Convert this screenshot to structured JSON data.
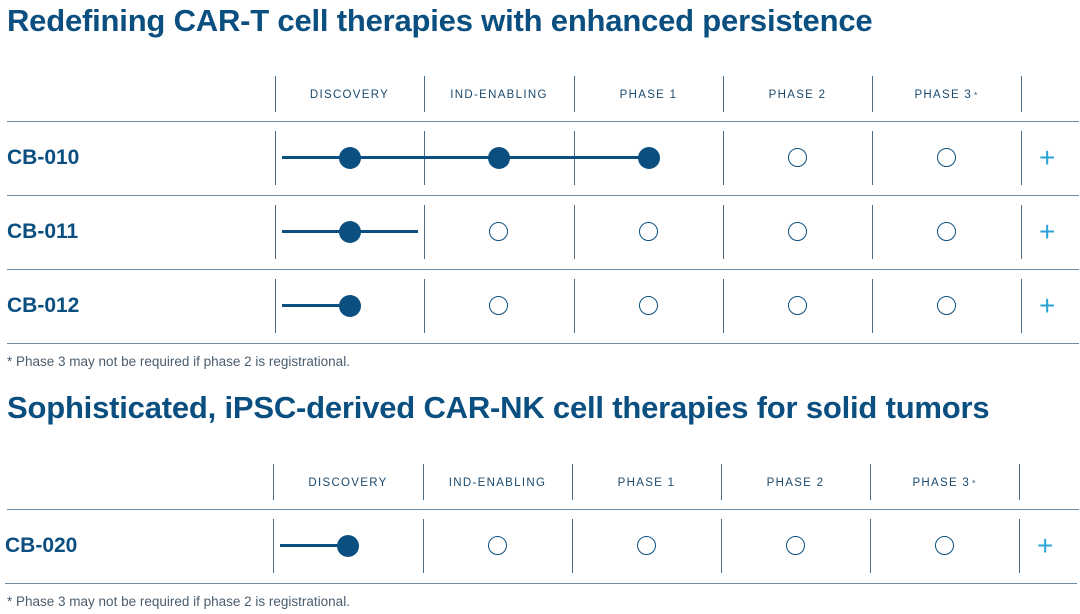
{
  "section1": {
    "title": "Redefining CAR-T cell therapies with enhanced persistence"
  },
  "section2": {
    "title": "Sophisticated, iPSC-derived CAR-NK cell therapies for solid tumors"
  },
  "stages": [
    "DISCOVERY",
    "IND-ENABLING",
    "PHASE 1",
    "PHASE 2",
    "PHASE 3"
  ],
  "phase3_marker": "*",
  "footnote": "* Phase 3 may not be required if phase 2 is registrational.",
  "expand_label": "+",
  "programs": [
    {
      "name": "CB-010",
      "stages_completed": 3
    },
    {
      "name": "CB-011",
      "stages_completed": 1
    },
    {
      "name": "CB-012",
      "stages_completed": 1
    },
    {
      "name": "CB-020",
      "stages_completed": 1
    }
  ]
}
